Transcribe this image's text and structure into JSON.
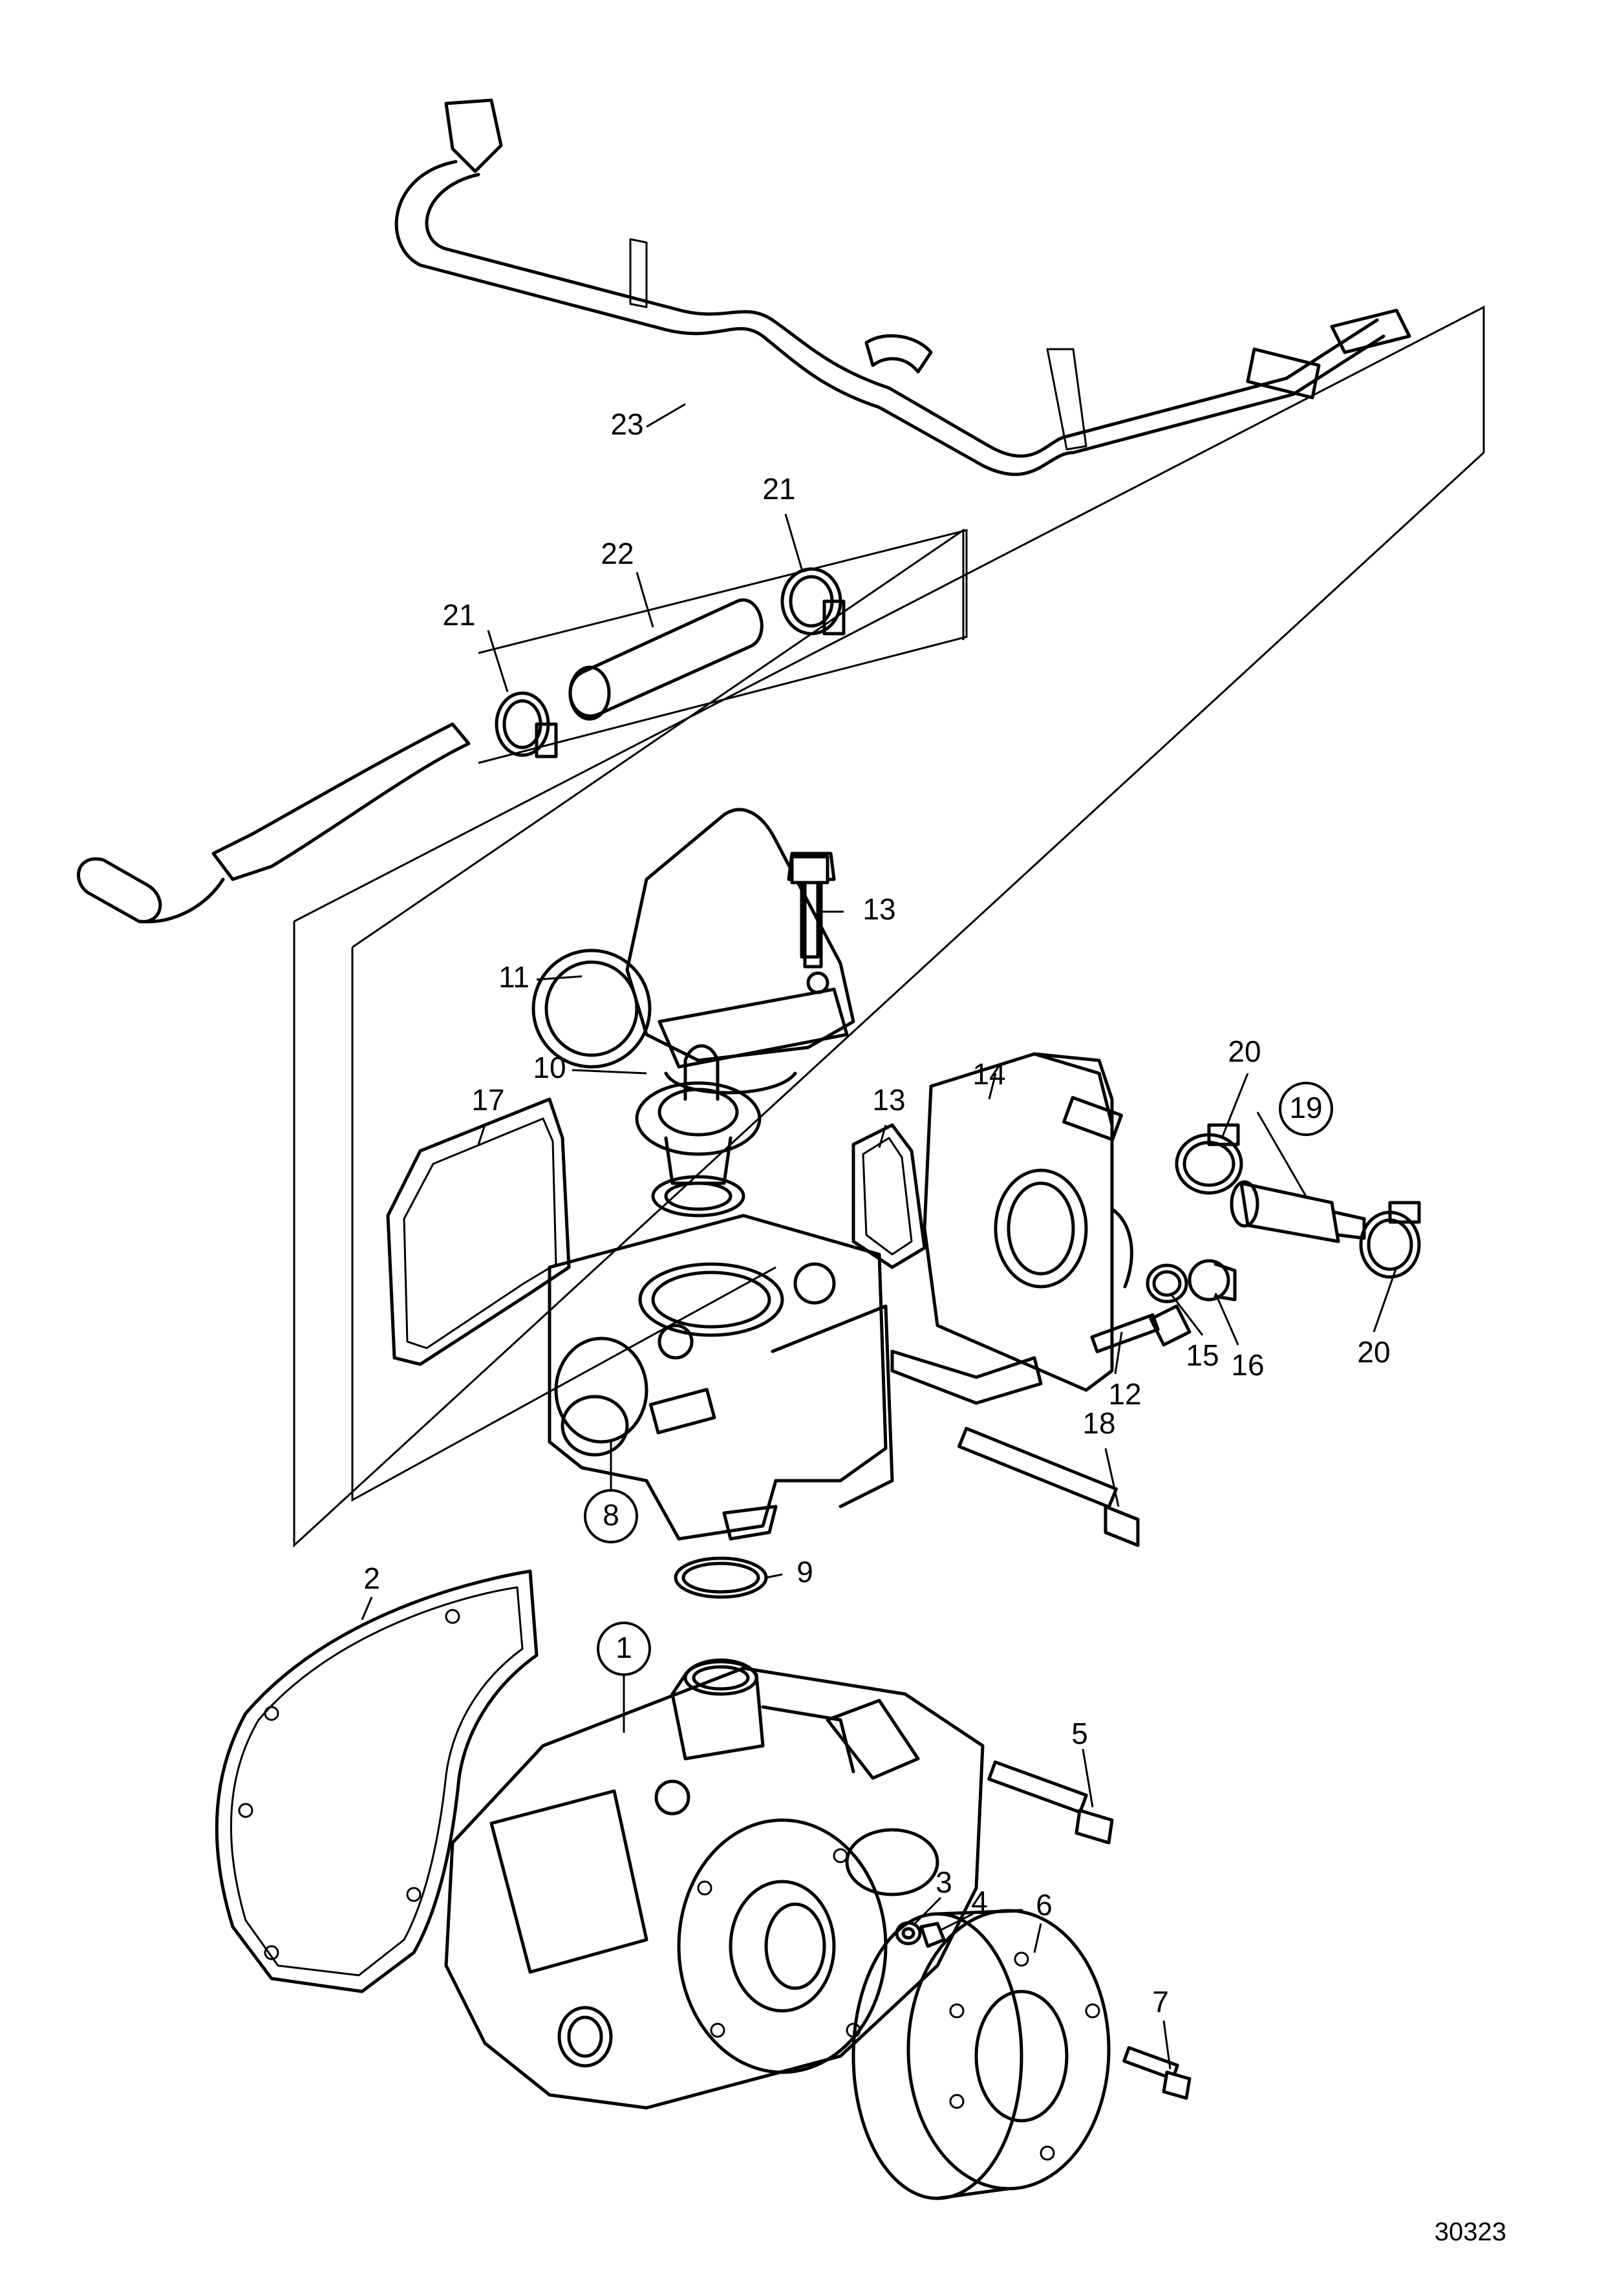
{
  "diagram": {
    "figure_number": "30323",
    "labels": {
      "p1": "1",
      "p2": "2",
      "p3": "3",
      "p4": "4",
      "p5": "5",
      "p6": "6",
      "p7": "7",
      "p8": "8",
      "p9": "9",
      "p10": "10",
      "p11": "11",
      "p12": "12",
      "p13a": "13",
      "p13b": "13",
      "p14": "14",
      "p15": "15",
      "p16": "16",
      "p17": "17",
      "p18": "18",
      "p19": "19",
      "p20a": "20",
      "p20b": "20",
      "p21a": "21",
      "p21b": "21",
      "p22": "22",
      "p23": "23"
    },
    "colors": {
      "ink": "#000000",
      "paper": "#ffffff"
    }
  }
}
